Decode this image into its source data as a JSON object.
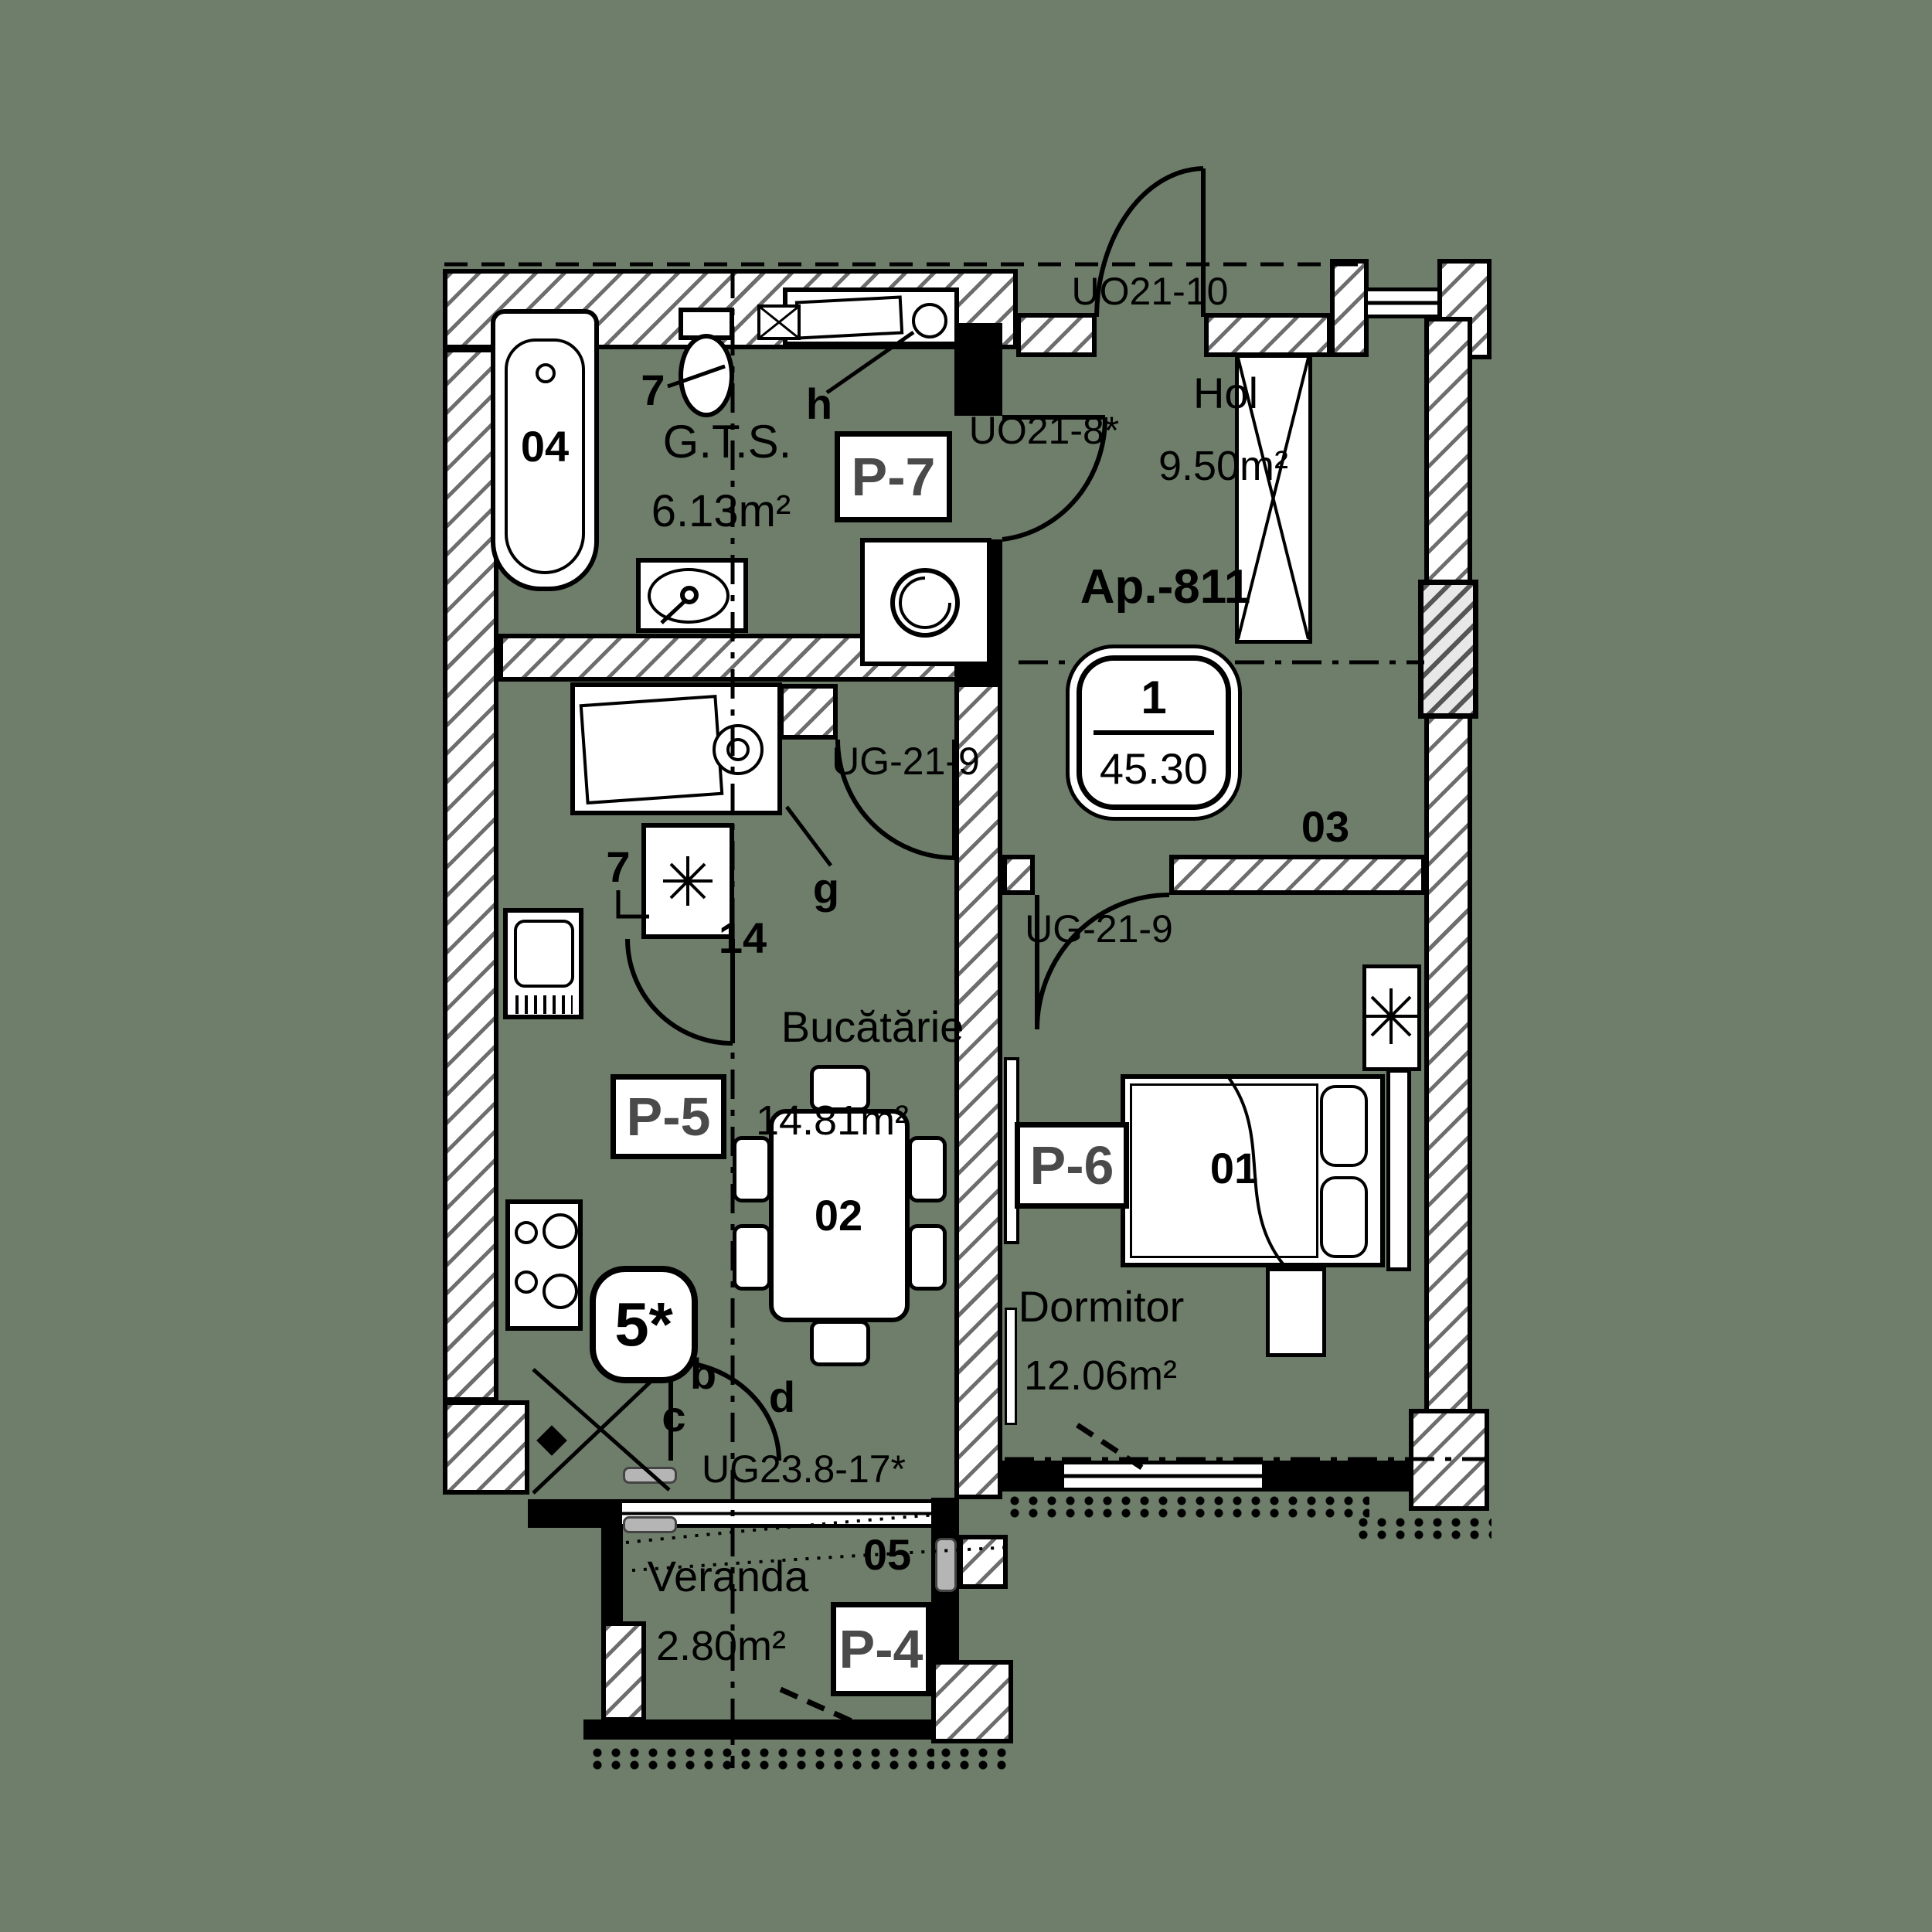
{
  "doc": {
    "type": "apartment floor plan"
  },
  "colors": {
    "background": "#6F7E6B",
    "line": "#000000",
    "panel_text": "#4a4a4a",
    "hatch": "#6d6d6d"
  },
  "apartment": {
    "label": "Ap.-811",
    "badge_rooms": "1",
    "badge_area": "45.30"
  },
  "rooms": [
    {
      "number": "01",
      "name": "Dormitor",
      "area": "12.06m²"
    },
    {
      "number": "02",
      "name": "Bucătărie",
      "area": "14.81m²"
    },
    {
      "number": "03",
      "name": "Hol",
      "area": "9.50m²"
    },
    {
      "number": "04",
      "name": "G.T.S.",
      "area": "6.13m²"
    },
    {
      "number": "05",
      "name": "Veranda",
      "area": "2.80m²"
    }
  ],
  "openings": {
    "entry_door": "UO21-10",
    "bath_door": "UO21-8*",
    "kitchen_door": "UG-21-9",
    "bedroom_door": "UG-21-9",
    "veranda_door": "UG23.8-17*"
  },
  "panels": {
    "p4": "P-4",
    "p5": "P-5",
    "p6": "P-6",
    "p7": "P-7"
  },
  "markers": {
    "toilet": "7",
    "closet": "7",
    "closet_num": "14",
    "hob": "5*",
    "b": "b",
    "c": "c",
    "d": "d",
    "g": "g",
    "h": "h"
  }
}
